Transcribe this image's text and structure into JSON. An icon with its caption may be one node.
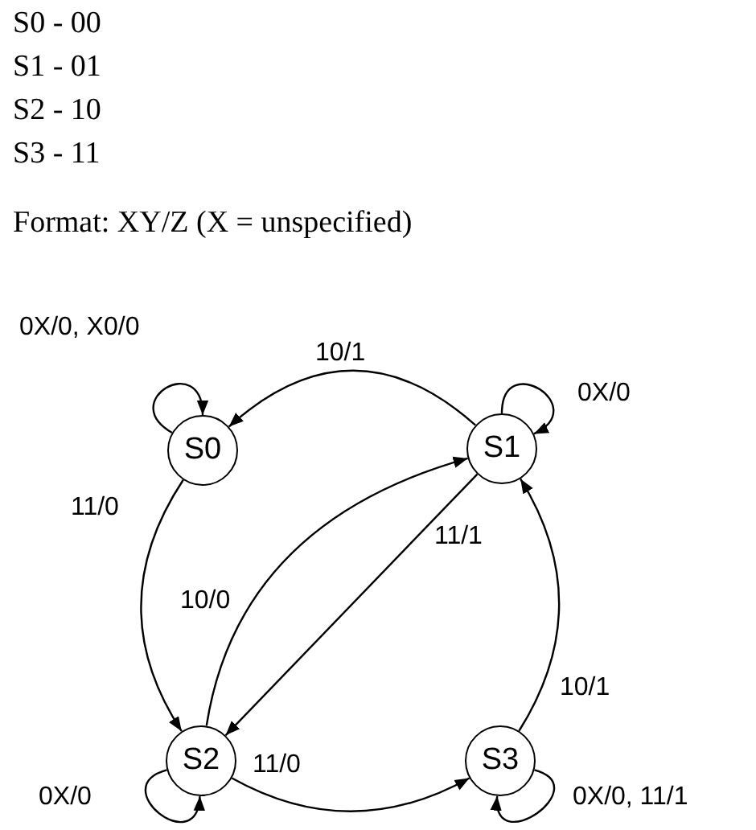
{
  "diagram": {
    "nodes": [
      {
        "text": [
          "S0"
        ]
      },
      {
        "text": [
          "S1"
        ]
      },
      {
        "text": [
          "S2"
        ]
      },
      {
        "text": [
          "S3"
        ]
      }
    ],
    "edges": [
      {
        "from": 0,
        "to": 0,
        "arrow": "to",
        "label": "0X/0, X0/0"
      },
      {
        "from": 1,
        "to": 0,
        "arrow": "to",
        "label": "10/1"
      },
      {
        "from": 1,
        "to": 1,
        "arrow": "to",
        "label": "0X/0"
      },
      {
        "from": 0,
        "to": 2,
        "arrow": "to",
        "label": "11/0"
      },
      {
        "from": 1,
        "to": 2,
        "arrow": "to",
        "label": "11/1"
      },
      {
        "from": 2,
        "to": 1,
        "arrow": "to",
        "label": "10/0"
      },
      {
        "from": 3,
        "to": 1,
        "arrow": "to",
        "label": "10/1"
      },
      {
        "from": 2,
        "to": 3,
        "arrow": "to",
        "label": "11/0"
      },
      {
        "from": 2,
        "to": 2,
        "arrow": "to",
        "label": "0X/0"
      },
      {
        "from": 3,
        "to": 3,
        "arrow": "to",
        "label": "0X/0, 11/1"
      }
    ],
    "labels": [
      "S0 - 00",
      "S1 - 01",
      "S2 - 10",
      "S3 - 11",
      "Format: XY/Z (X = unspecified)"
    ]
  }
}
